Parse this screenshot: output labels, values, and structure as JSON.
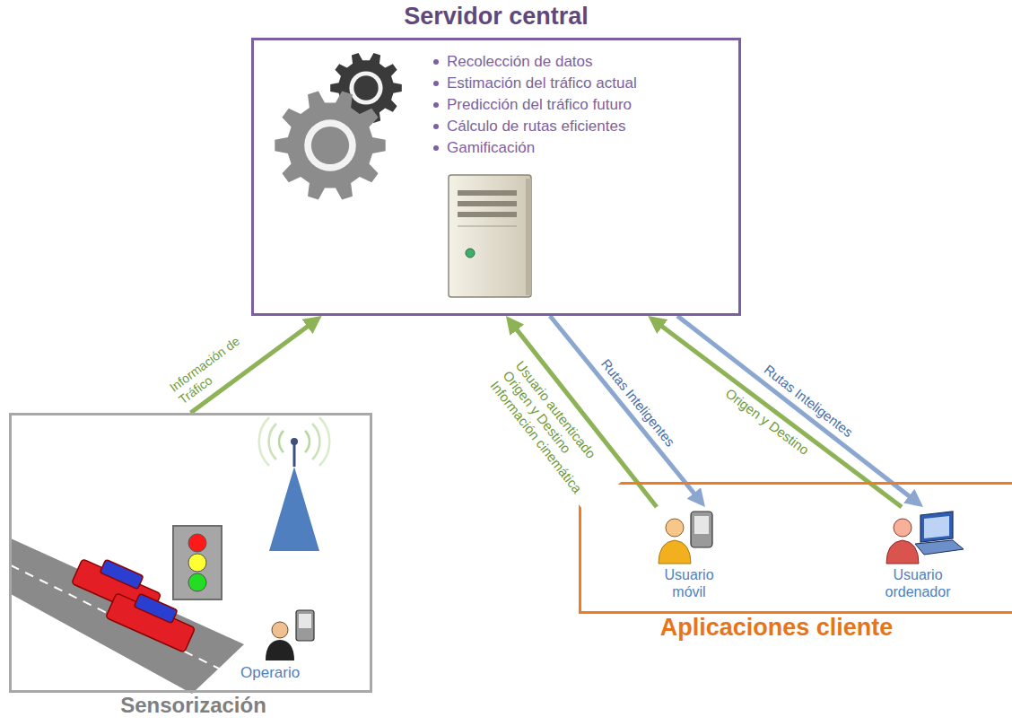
{
  "diagram": {
    "nodes": [
      {
        "text": [
          "Servidor central",
          "Recolección de datos",
          "Estimación del tráfico actual",
          "Predicción del tráfico futuro",
          "Cálculo de rutas eficientes",
          "Gamificación"
        ]
      },
      {
        "text": [
          "Sensorización"
        ]
      },
      {
        "text": [
          "Aplicaciones cliente"
        ]
      },
      {
        "text": [
          "Usuario móvil"
        ],
        "in": 2
      },
      {
        "text": [
          "Usuario ordenador"
        ],
        "in": 2
      }
    ],
    "edges": [
      {
        "from": 1,
        "to": 0,
        "label": "Información de Tráfico",
        "arrow": "to"
      },
      {
        "from": 3,
        "to": 0,
        "label": "Usuario autenticado Origen y Destino Información cinemática",
        "arrow": "to"
      },
      {
        "from": 0,
        "to": 3,
        "label": "Rutas Inteligentes",
        "arrow": "to"
      },
      {
        "from": 4,
        "to": 0,
        "label": "Origen y Destino",
        "arrow": "to"
      },
      {
        "from": 0,
        "to": 4,
        "label": "Rutas Inteligentes",
        "arrow": "to"
      }
    ],
    "labels": [
      "Operario"
    ]
  }
}
